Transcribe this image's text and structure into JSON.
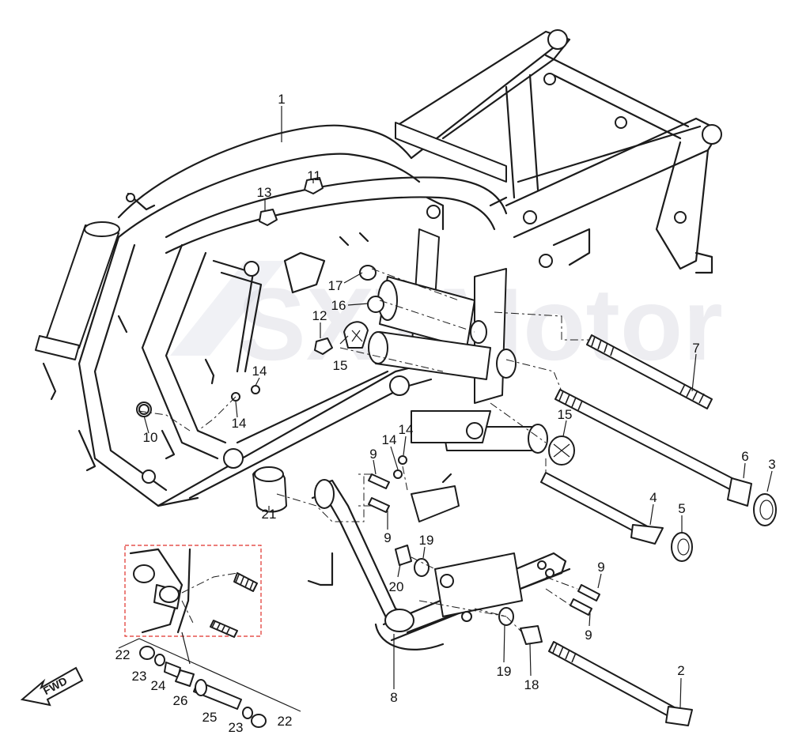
{
  "watermark": {
    "text": "SXTMotor",
    "color": "#dcdde4"
  },
  "fwd": {
    "label": "FWD"
  },
  "colors": {
    "lines": "#1c1c1c",
    "detail_box": "#e0302a"
  },
  "callouts": [
    "1",
    "13",
    "11",
    "17",
    "16",
    "12",
    "15",
    "14",
    "14",
    "10",
    "7",
    "15",
    "6",
    "3",
    "14",
    "14",
    "9",
    "9",
    "21",
    "4",
    "5",
    "19",
    "9",
    "20",
    "9",
    "8",
    "19",
    "18",
    "2",
    "22",
    "23",
    "24",
    "26",
    "25",
    "23",
    "22"
  ]
}
